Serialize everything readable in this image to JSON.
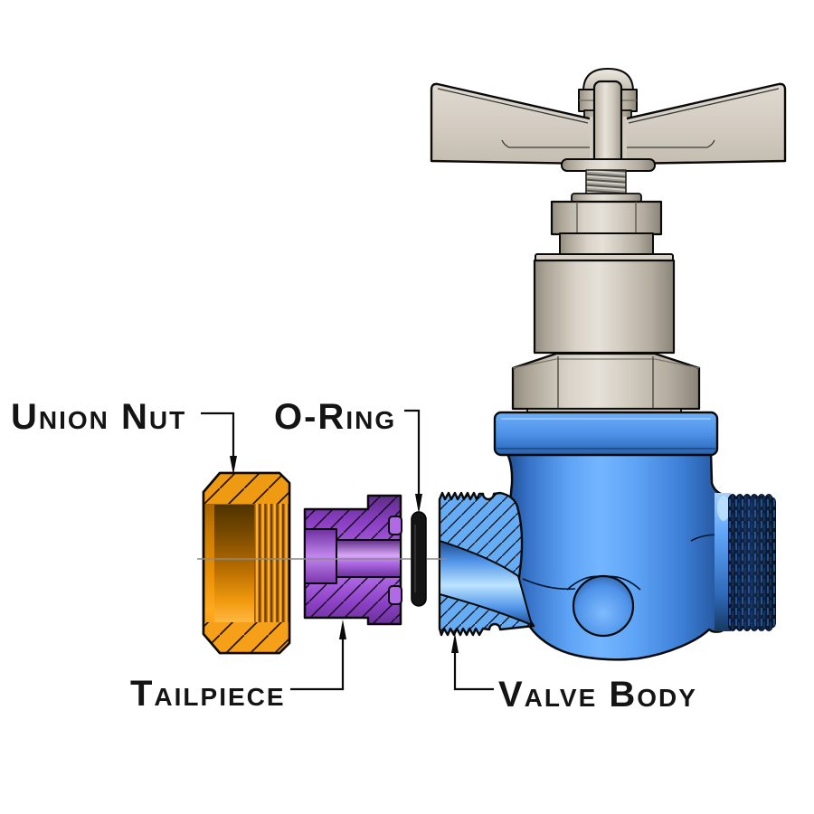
{
  "diagram": {
    "type": "exploded-assembly-diagram",
    "subject": "stop valve with union connection",
    "background_color": "#ffffff",
    "labels": {
      "union_nut": "Union Nut",
      "o_ring": "O-Ring",
      "tailpiece": "Tailpiece",
      "valve_body": "Valve Body"
    },
    "part_colors": {
      "union_nut": "#E8920A",
      "o_ring": "#161616",
      "tailpiece": "#A85FE0",
      "valve_body": "#4E97F0",
      "handle_and_bonnet": "#CFC8BD",
      "outline": "#0a0a0a",
      "centerline": "#8a8a8a"
    }
  }
}
